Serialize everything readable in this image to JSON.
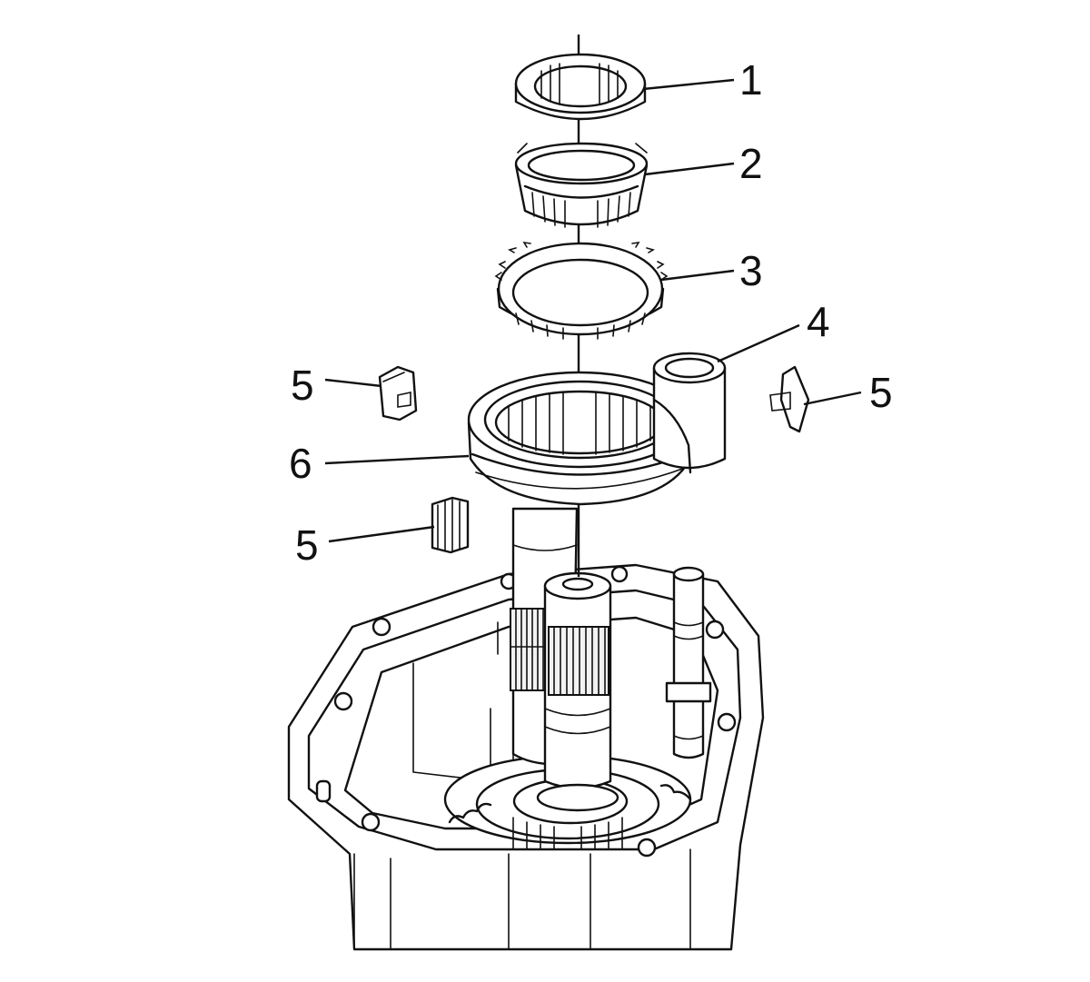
{
  "callouts": [
    {
      "id": "1",
      "label": "1"
    },
    {
      "id": "2",
      "label": "2"
    },
    {
      "id": "3",
      "label": "3"
    },
    {
      "id": "4",
      "label": "4"
    },
    {
      "id": "5a",
      "label": "5"
    },
    {
      "id": "5b",
      "label": "5"
    },
    {
      "id": "5c",
      "label": "5"
    },
    {
      "id": "6",
      "label": "6"
    }
  ],
  "colors": {
    "line": "#111111",
    "background": "#ffffff"
  }
}
